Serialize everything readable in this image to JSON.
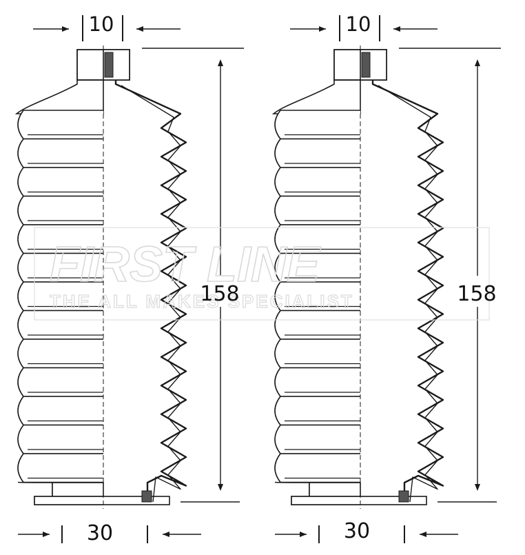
{
  "watermark": {
    "brand": "FIRST LINE",
    "tagline": "THE ALL MAKES SPECIALIST"
  },
  "boots": [
    {
      "id": "left",
      "top_dim": "10",
      "length_dim": "158",
      "bottom_dim": "30"
    },
    {
      "id": "right",
      "top_dim": "10",
      "length_dim": "158",
      "bottom_dim": "30"
    }
  ]
}
